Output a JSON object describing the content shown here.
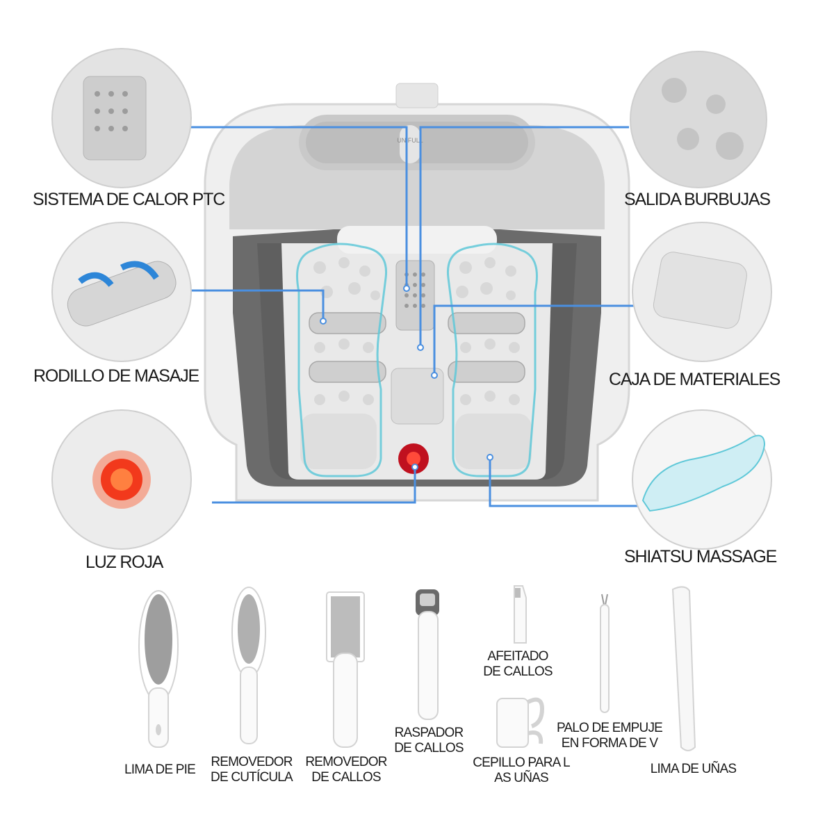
{
  "features": {
    "ptc_heating": "SISTEMA DE CALOR PTC",
    "bubbles": "SALIDA BURBUJAS",
    "roller": "RODILLO DE MASAJE",
    "material_box": "CAJA DE MATERIALES",
    "red_light": "LUZ ROJA",
    "shiatsu": "SHIATSU MASSAGE"
  },
  "accessories": {
    "foot_file": "LIMA DE PIE",
    "cuticle_remover": "REMOVEDOR\nDE CUTÍCULA",
    "callus_remover": "REMOVEDOR\nDE CALLOS",
    "callus_scraper": "RASPADOR\nDE CALLOS",
    "callus_shaver": "AFEITADO\nDE CALLOS",
    "nail_brush": "CEPILLO PARA L\nAS UÑAS",
    "v_pusher": "PALO DE EMPUJE\nEN FORMA DE V",
    "nail_file": "LIMA DE UÑAS"
  },
  "brand": "UN FULL",
  "colors": {
    "callout_line": "#4a8fe0",
    "tub_outer": "#d9d9d9",
    "tub_inner": "#6b6b6b",
    "red_light": "#e0201f"
  }
}
